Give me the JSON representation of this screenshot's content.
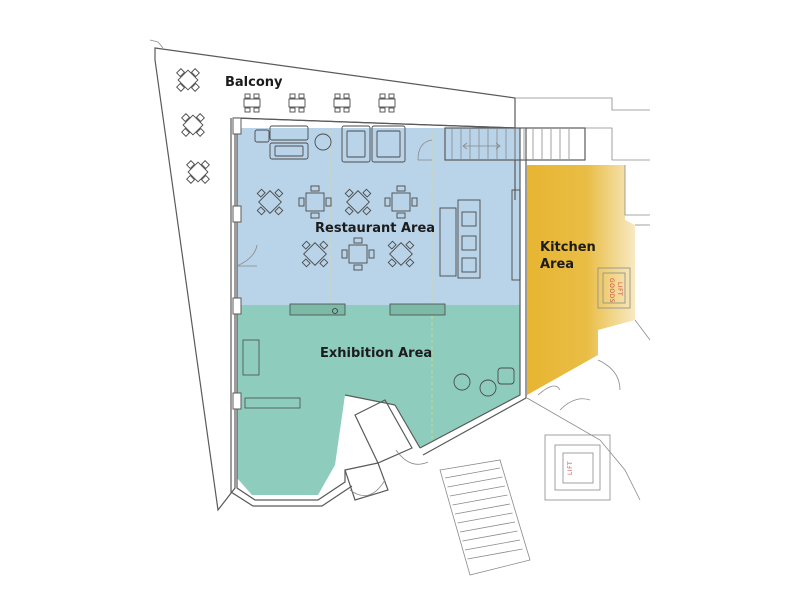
{
  "rooms": [
    {
      "id": "balcony",
      "label": "Balcony"
    },
    {
      "id": "restaurant",
      "label": "Restaurant Area",
      "color": "#b9d3e8"
    },
    {
      "id": "exhibition",
      "label": "Exhibition Area",
      "color": "#8ecdbd"
    },
    {
      "id": "kitchen",
      "label_line1": "Kitchen",
      "label_line2": "Area",
      "color": "#e7b531"
    }
  ],
  "lifts": {
    "goods": {
      "label_line1": "GOODS",
      "label_line2": "LIFT"
    },
    "lift": {
      "label": "LIFT"
    }
  },
  "colors": {
    "restaurant": "#b9d3e8",
    "exhibition": "#8ecdbd",
    "kitchen": "#e7b531",
    "walls": "#5a5a5a",
    "label_text": "#1c1c1c",
    "lift_text": "#d04a4a"
  }
}
